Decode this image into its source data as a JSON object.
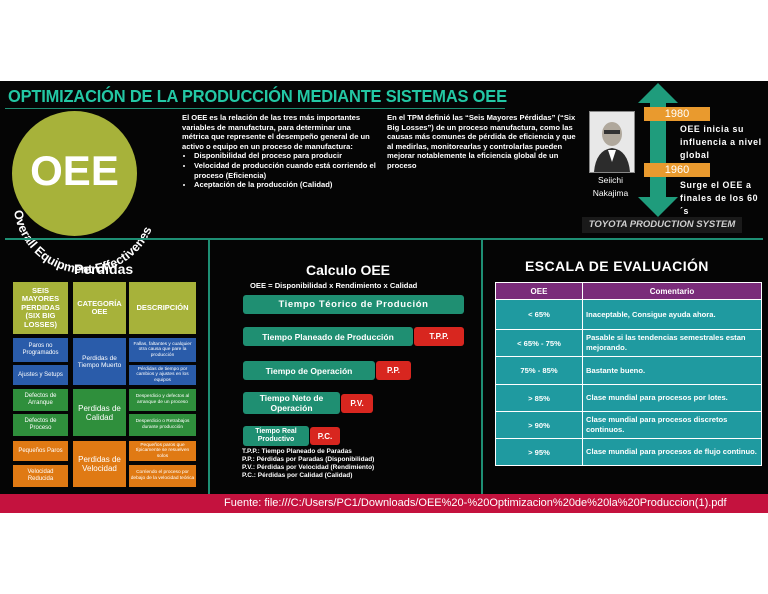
{
  "title": "OPTIMIZACIÓN DE LA PRODUCCIÓN MEDIANTE SISTEMAS OEE",
  "oee": {
    "big": "OEE",
    "arc": "Overall Equipment Effectivenes"
  },
  "intro1": {
    "p1": "El OEE es la relación de las tres más importantes variables de manufactura, para determinar una métrica que represente el desempeño general de un activo o equipo en un proceso de manufactura:",
    "bullets": [
      "Disponibilidad del proceso para producir",
      "Velocidad de producción cuando está corriendo el proceso (Eficiencia)",
      "Aceptación de la producción (Calidad)"
    ]
  },
  "intro2": "En el TPM definió las “Seis Mayores Pérdidas” (“Six Big Losses”) de un proceso manufactura, como las causas más comunes de pérdida de eficiencia y que al medirlas, monitorearlas y controlarlas pueden mejorar notablemente la eficiencia global de un proceso",
  "history": {
    "person_name": "Seiichi Nakajima",
    "year1": "1980",
    "note1": "OEE inicia su influencia a nivel global",
    "year2": "1960",
    "note2": "Surge el OEE a finales de los 60´s",
    "toyota": "TOYOTA PRODUCTION SYSTEM"
  },
  "perdidas": {
    "title": "Perdidas",
    "headers": [
      "SEIS MAYORES PERDIDAS (SIX BIG LOSSES)",
      "CATEGORÍA OEE",
      "DESCRIPCIÓN"
    ],
    "losses": [
      "Paros no Programados",
      "Ajustes y Setups",
      "Defectos de Arranque",
      "Defectos de Proceso",
      "Pequeños Paros",
      "Velocidad Reducida"
    ],
    "categories": [
      "Perdidas de Tiempo Muerto",
      "Perdidas de Calidad",
      "Perdidas de Velocidad"
    ],
    "descriptions": [
      "Fallas, faltantes y cualquier otra causa que pare la producción",
      "Pérdidas de tiempo por cambios y ajustes en los equipos",
      "Desperdicio y defectos al arranque de un proceso",
      "Desperdicio o Retrabajos durante producción",
      "Pequeños paros que típicamente se resuelven solos",
      "Corriendo el proceso por debajo de la velocidad teórica"
    ]
  },
  "calculo": {
    "title": "Calculo OEE",
    "formula": "OEE = Disponibilidad x Rendimiento x Calidad",
    "bars": [
      "Tiempo Téorico de Produción",
      "Tiempo Planeado de Producción",
      "Tiempo de Operación",
      "Tiempo Neto de Operación",
      "Tiempo Real Productivo"
    ],
    "losses": [
      "T.P.P.",
      "P.P.",
      "P.V.",
      "P.C."
    ],
    "legend": [
      "T.P.P.: Tiempo Planeado de Paradas",
      "P.P.: Pérdidas por Paradas (Disponibilidad)",
      "P.V.: Pérdidas por Velocidad (Rendimiento)",
      "P.C.: Pérdidas por Calidad (Calidad)"
    ]
  },
  "escala": {
    "title": "ESCALA DE EVALUACIÓN",
    "col1": "OEE",
    "col2": "Comentario",
    "rows": [
      {
        "pct": "< 65%",
        "comment": "Inaceptable, Consigue ayuda ahora."
      },
      {
        "pct": "< 65% - 75%",
        "comment": "Pasable si las tendencias semestrales estan mejorando."
      },
      {
        "pct": "75% - 85%",
        "comment": "Bastante bueno."
      },
      {
        "pct": "> 85%",
        "comment": "Clase mundial para procesos por lotes."
      },
      {
        "pct": "> 90%",
        "comment": "Clase mundial para procesos discretos continuos."
      },
      {
        "pct": "> 95%",
        "comment": "Clase mundial para procesos de flujo continuo."
      }
    ]
  },
  "footer": "Fuente: file:///C:/Users/PC1/Downloads/OEE%20-%20Optimizacion%20de%20la%20Produccion(1).pdf",
  "colors": {
    "teal": "#1f8f72",
    "olive": "#a7b23a",
    "orange": "#e99a2e",
    "red": "#c4123e",
    "purple": "#7a2c7a"
  },
  "icons": [
    "portrait-photo",
    "up-down-arrow-icon"
  ]
}
